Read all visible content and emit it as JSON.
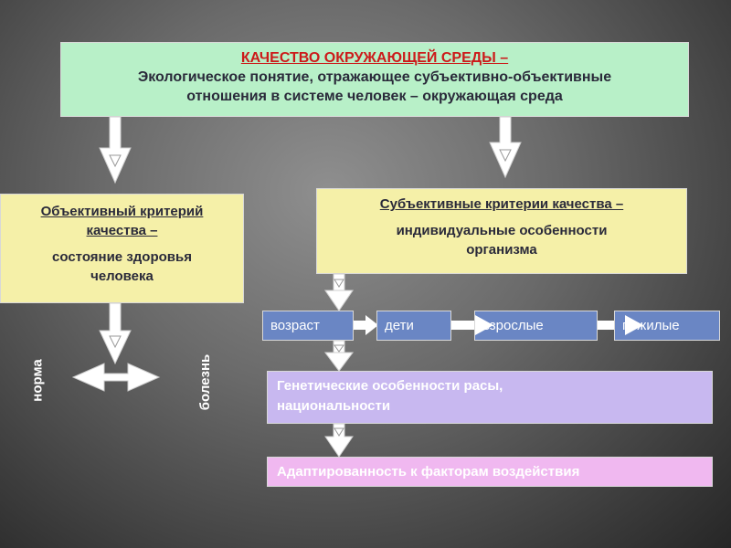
{
  "title": {
    "main": "КАЧЕСТВО ОКРУЖАЮЩЕЙ СРЕДЫ –",
    "line1": "Экологическое понятие, отражающее субъективно-объективные",
    "line2": "отношения в системе человек – окружающая среда"
  },
  "objective": {
    "line1": "Объективный критерий",
    "line2": "качества –",
    "sub1": "состояние здоровья",
    "sub2": "человека"
  },
  "subjective": {
    "criterion": "Субъективные критерии  качества –",
    "sub1": "индивидуальные особенности",
    "sub2": "организма"
  },
  "ages": [
    "возраст",
    "дети",
    "взрослые",
    "пожилые"
  ],
  "genetic": {
    "line1": "Генетические особенности расы,",
    "line2": "национальности"
  },
  "adaptation": "Адаптированность к факторам воздействия",
  "health_axis": {
    "left": "норма",
    "right": "болезнь"
  },
  "colors": {
    "title_bg": "#b8f0c8",
    "criteria_bg": "#f5f0a8",
    "age_bg": "#6a86c4",
    "genetic_bg": "#c8b8f0",
    "adaptation_bg": "#f0b8f0",
    "title_accent": "#cc1a1a"
  }
}
